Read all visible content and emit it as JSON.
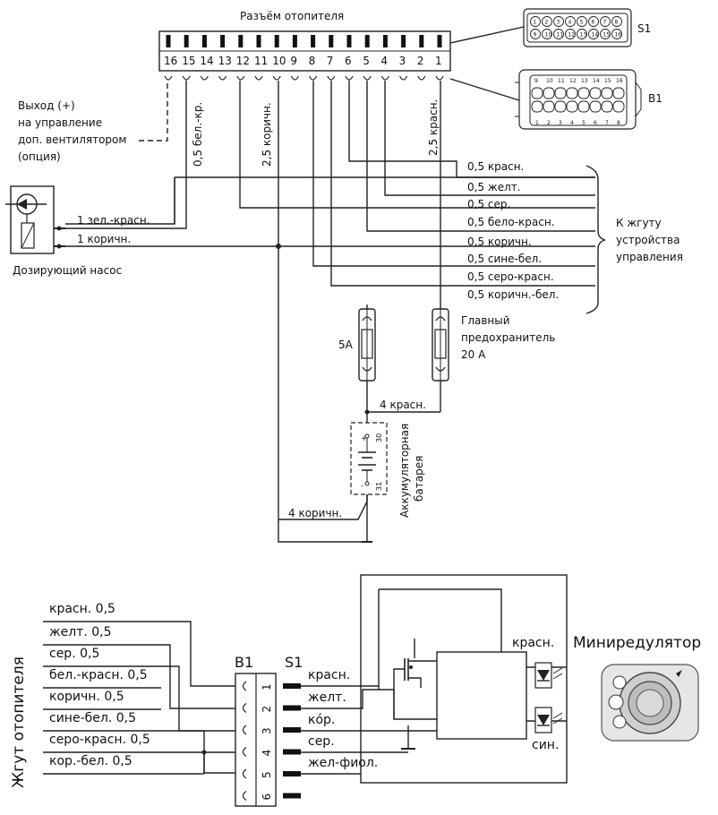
{
  "top": {
    "connector_title": "Разъём отопителя",
    "pins": [
      "16",
      "15",
      "14",
      "13",
      "12",
      "11",
      "10",
      "9",
      "8",
      "7",
      "6",
      "5",
      "4",
      "3",
      "2",
      "1"
    ],
    "s1_label": "S1",
    "b1_label": "B1",
    "s1_pins_top": [
      "1",
      "2",
      "3",
      "4",
      "5",
      "6",
      "7",
      "8"
    ],
    "s1_pins_bottom": [
      "9",
      "10",
      "11",
      "12",
      "13",
      "14",
      "15",
      "16"
    ],
    "b1_pins_top": [
      "9",
      "10",
      "11",
      "12",
      "13",
      "14",
      "15",
      "16"
    ],
    "b1_pins_bottom": [
      "1",
      "2",
      "3",
      "4",
      "5",
      "6",
      "7",
      "8"
    ],
    "fan_output": [
      "Выход (+)",
      "на управление",
      "доп. вентилятором",
      "(опция)"
    ],
    "wire_15": "0,5 бел.-кр.",
    "wire_10": "2,5 коричн.",
    "wire_2": "2,5 красн.",
    "pump_wire_1": "1 зел.-красн.",
    "pump_wire_2": "1 коричн.",
    "pump_label": "Дозирующий насос",
    "harness_wires": [
      "0,5 красн.",
      "0,5 желт.",
      "0,5 сер.",
      "0,5 бело-красн.",
      "0,5 коричн.",
      "0,5 сине-бел.",
      "0,5 серо-красн.",
      "0,5 коричн.-бел."
    ],
    "harness_target": [
      "К жгуту",
      "устройства",
      "управления"
    ],
    "fuse_5a": "5A",
    "main_fuse": [
      "Главный",
      "предохранитель",
      "20 A"
    ],
    "wire_4_red": "4 красн.",
    "wire_4_brown": "4 коричн.",
    "battery": [
      "Аккумуляторная",
      "батарея"
    ],
    "batt_plus": "+",
    "batt_minus": "-",
    "batt_30": "30",
    "batt_31": "31"
  },
  "bottom": {
    "harness_label": "Жгут отопителя",
    "left_wires": [
      "красн. 0,5",
      "желт. 0,5",
      "сер. 0,5",
      "бел.-красн. 0,5",
      "коричн. 0,5",
      "сине-бел. 0,5",
      "серо-красн. 0,5",
      "кор.-бел. 0,5"
    ],
    "b1": "B1",
    "s1": "S1",
    "pins": [
      "1",
      "2",
      "3",
      "4",
      "5",
      "6"
    ],
    "right_wires": [
      "красн.",
      "желт.",
      "кóр.",
      "сер.",
      "жел-фиол."
    ],
    "red_label": "красн.",
    "blue_label": "син.",
    "regulator_title": "Миниредулятор"
  }
}
